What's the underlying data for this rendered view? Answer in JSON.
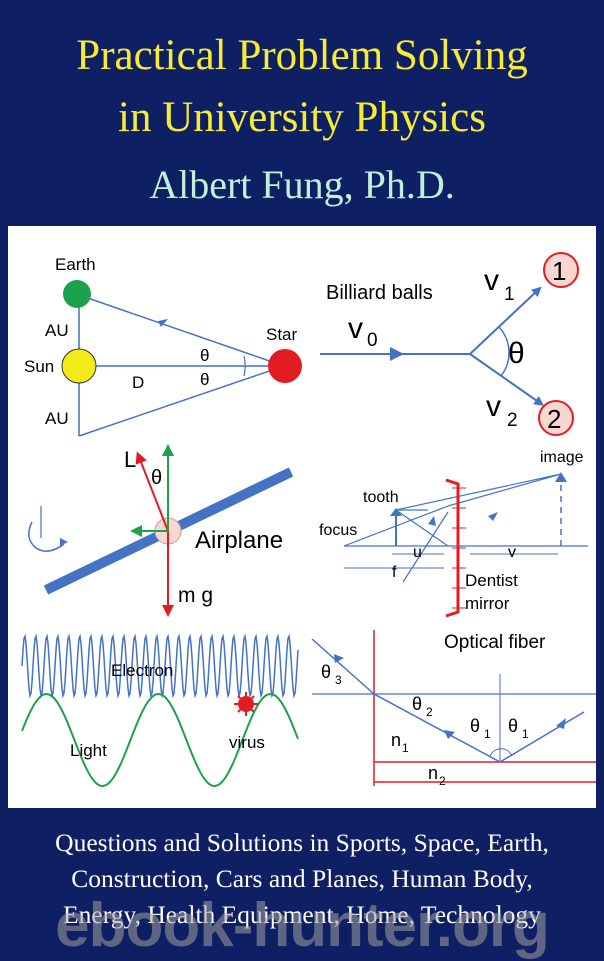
{
  "cover": {
    "title_line1": "Practical Problem Solving",
    "title_line2": "in University Physics",
    "author": "Albert Fung, Ph.D.",
    "subtitle_line1": "Questions and Solutions in Sports, Space, Earth,",
    "subtitle_line2": "Construction, Cars and Planes, Human Body,",
    "subtitle_line3": "Energy, Health Equipment, Home, Technology",
    "watermark": "ebook-hunter.org"
  },
  "diagrams": {
    "parallax": {
      "earth": "Earth",
      "au_top": "AU",
      "sun": "Sun",
      "d": "D",
      "au_bottom": "AU",
      "star": "Star",
      "theta_top": "θ",
      "theta_bottom": "θ"
    },
    "billiard": {
      "title": "Billiard balls",
      "v0": "v",
      "v0_sub": "0",
      "v1": "v",
      "v1_sub": "1",
      "v2": "v",
      "v2_sub": "2",
      "theta": "θ",
      "ball1": "1",
      "ball2": "2"
    },
    "airplane": {
      "lift": "L",
      "theta": "θ",
      "label": "Airplane",
      "weight": "m g"
    },
    "mirror": {
      "image": "image",
      "tooth": "tooth",
      "focus": "focus",
      "u": "u",
      "v": "v",
      "f": "f",
      "label_line1": "Dentist",
      "label_line2": "mirror"
    },
    "wave": {
      "electron": "Electron",
      "light": "Light",
      "virus": "virus"
    },
    "fiber": {
      "title": "Optical fiber",
      "theta3": "θ",
      "theta3_sub": "3",
      "theta2": "θ",
      "theta2_sub": "2",
      "theta1a": "θ",
      "theta1a_sub": "1",
      "theta1b": "θ",
      "theta1b_sub": "1",
      "n1": "n",
      "n1_sub": "1",
      "n2": "n",
      "n2_sub": "2"
    }
  },
  "colors": {
    "background": "#0e1f63",
    "title": "#f5ec33",
    "author": "#bff0d8",
    "line_blue": "#4472c4",
    "red": "#e31c23",
    "green": "#1aa34a"
  }
}
